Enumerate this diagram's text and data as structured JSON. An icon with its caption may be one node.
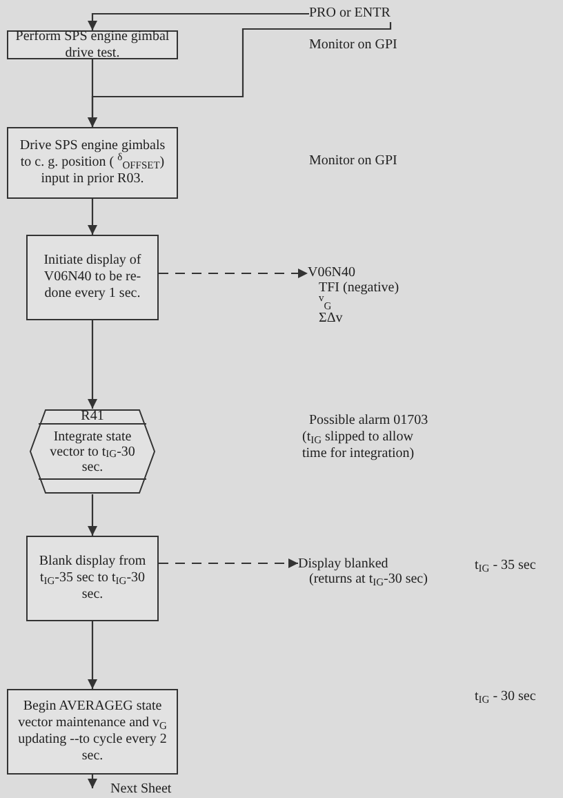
{
  "diagram": {
    "nodes": [
      {
        "text": [
          "Perform SPS engine gimbal drive test."
        ]
      },
      {
        "text": [
          "PRO or ENTR"
        ]
      },
      {
        "text": [
          "Drive SPS engine gimbals to c. g. position ( $^{δ}$$_{OFFSET}$) input in prior R03."
        ]
      },
      {
        "text": [
          "Initiate display of V06N40 to be re-done every 1 sec."
        ]
      },
      {
        "text": [
          "V06N40",
          "TFI (negative)",
          "$^{v}$$_{G}$",
          "ΣΔv"
        ]
      },
      {
        "text": [
          "R41",
          "Integrate state vector to t$_{IG}$-30 sec."
        ]
      },
      {
        "text": [
          "Blank display from t$_{IG}$-35 sec to t$_{IG}$-30 sec."
        ]
      },
      {
        "text": [
          "Display blanked",
          "(returns at t$_{IG}$-30 sec)"
        ]
      },
      {
        "text": [
          "Begin AVERAGEG state vector maintenance and v$_{G}$ updating --to cycle every 2 sec."
        ]
      },
      {
        "text": [
          "Next Sheet"
        ]
      }
    ],
    "edges": [
      {
        "from": 1,
        "to": 0,
        "arrow": "to"
      },
      {
        "from": 0,
        "to": 2,
        "arrow": "to"
      },
      {
        "from": 1,
        "to": 2,
        "arrow": "to"
      },
      {
        "from": 2,
        "to": 3,
        "arrow": "to"
      },
      {
        "from": 3,
        "to": 4,
        "arrow": "to",
        "style": "dashed"
      },
      {
        "from": 3,
        "to": 5,
        "arrow": "to"
      },
      {
        "from": 5,
        "to": 6,
        "arrow": "to"
      },
      {
        "from": 6,
        "to": 7,
        "arrow": "to",
        "style": "dashed"
      },
      {
        "from": 6,
        "to": 8,
        "arrow": "to"
      },
      {
        "from": 8,
        "to": 9,
        "arrow": "to"
      }
    ],
    "labels": [
      "Monitor on GPI",
      "Monitor on GPI",
      "Possible alarm 01703",
      "(t$_{IG}$ slipped to allow time for integration)",
      "t$_{IG}$ - 35 sec",
      "t$_{IG}$ - 30 sec"
    ]
  }
}
